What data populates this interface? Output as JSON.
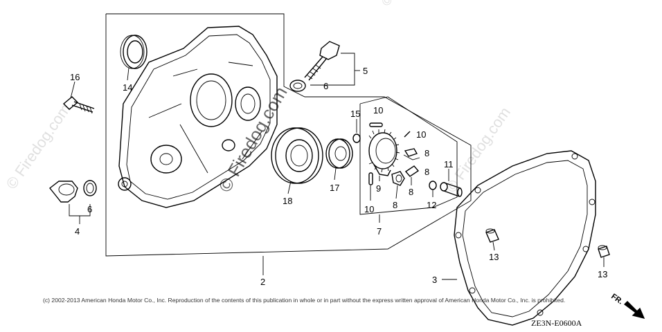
{
  "watermark": {
    "left": "© Firedog.com",
    "center": "© Firedog.com",
    "right": "© Firedog.com"
  },
  "callouts": {
    "c2": "2",
    "c3": "3",
    "c4": "4",
    "c5": "5",
    "c6a": "6",
    "c6b": "6",
    "c7": "7",
    "c8a": "8",
    "c8b": "8",
    "c8c": "8",
    "c9": "9",
    "c10a": "10",
    "c10b": "10",
    "c10c": "10",
    "c11": "11",
    "c12": "12",
    "c13a": "13",
    "c13b": "13",
    "c14": "14",
    "c15": "15",
    "c16": "16",
    "c17": "17",
    "c18": "18"
  },
  "copyright": "(c) 2002-2013 American Honda Motor Co., Inc. Reproduction of the contents of this publication in whole or in part without the express written approval of American Honda Motor Co., Inc. is prohibited.",
  "drawing_code": "ZE3N-E0600A",
  "direction_label": "FR."
}
